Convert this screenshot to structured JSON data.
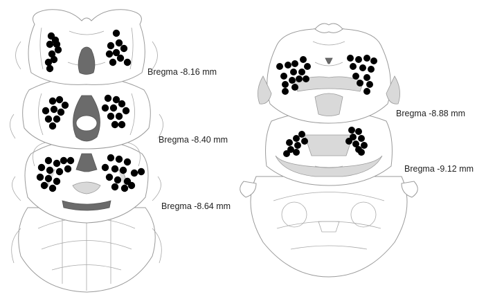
{
  "labels": {
    "bregma_1": "Bregma -8.16 mm",
    "bregma_2": "Bregma -8.40 mm",
    "bregma_3": "Bregma -8.64 mm",
    "bregma_4": "Bregma -8.88 mm",
    "bregma_5": "Bregma -9.12 mm"
  },
  "colors": {
    "dots": "#000000",
    "outline": "#9a9a9a",
    "shaded": "#d9d9d9",
    "ventricle": "#6b6b6b"
  }
}
